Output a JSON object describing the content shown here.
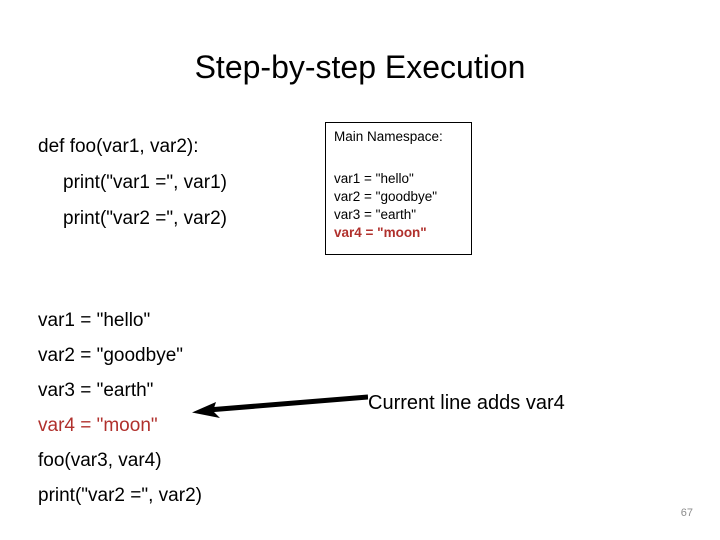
{
  "slide": {
    "title": "Step-by-step Execution",
    "number": "67",
    "background_color": "#ffffff",
    "highlight_color": "#B0302C",
    "text_color": "#000000",
    "slide_number_color": "#8C8C8C"
  },
  "function_code": {
    "lines": [
      {
        "text": "def foo(var1, var2):",
        "indent": 0,
        "highlight": false
      },
      {
        "text": "print(\"var1 =\", var1)",
        "indent": 1,
        "highlight": false
      },
      {
        "text": "print(\"var2 =\", var2)",
        "indent": 1,
        "highlight": false
      }
    ]
  },
  "namespace": {
    "title": "Main Namespace:",
    "entries": [
      {
        "text": "var1 = \"hello\"",
        "highlight": false
      },
      {
        "text": "var2 = \"goodbye\"",
        "highlight": false
      },
      {
        "text": "var3 = \"earth\"",
        "highlight": false
      },
      {
        "text": "var4 = \"moon\"",
        "highlight": true
      }
    ]
  },
  "main_code": {
    "lines": [
      {
        "text": "var1 = \"hello\"",
        "highlight": false
      },
      {
        "text": "var2 = \"goodbye\"",
        "highlight": false
      },
      {
        "text": "var3 = \"earth\"",
        "highlight": false
      },
      {
        "text": "var4 = \"moon\"",
        "highlight": true
      },
      {
        "text": "foo(var3, var4)",
        "highlight": false
      },
      {
        "text": "print(\"var2 =\", var2)",
        "highlight": false
      }
    ]
  },
  "annotation": {
    "text": "Current line adds var4",
    "arrow_direction": "left"
  }
}
